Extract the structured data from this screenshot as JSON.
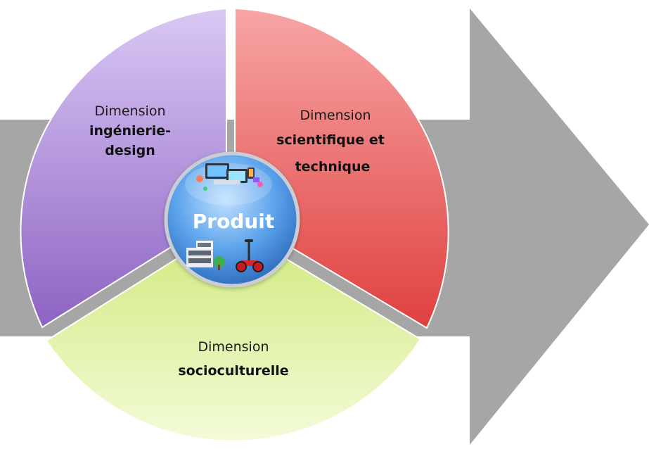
{
  "diagram": {
    "center": {
      "label": "Produit"
    },
    "segments": {
      "engineering_design": {
        "title": "Dimension",
        "bold_line1": "ingénierie-",
        "bold_line2": "design",
        "color": "#9b7fd3"
      },
      "scientific_technical": {
        "title": "Dimension",
        "bold_line1": "scientifique et",
        "bold_line2": "technique",
        "color": "#e85b5b"
      },
      "sociocultural": {
        "title": "Dimension",
        "bold_line1": "socioculturelle",
        "color": "#b9de6a"
      }
    },
    "arrow_color": "#a6a6a6",
    "center_color": "#3f86d6"
  }
}
